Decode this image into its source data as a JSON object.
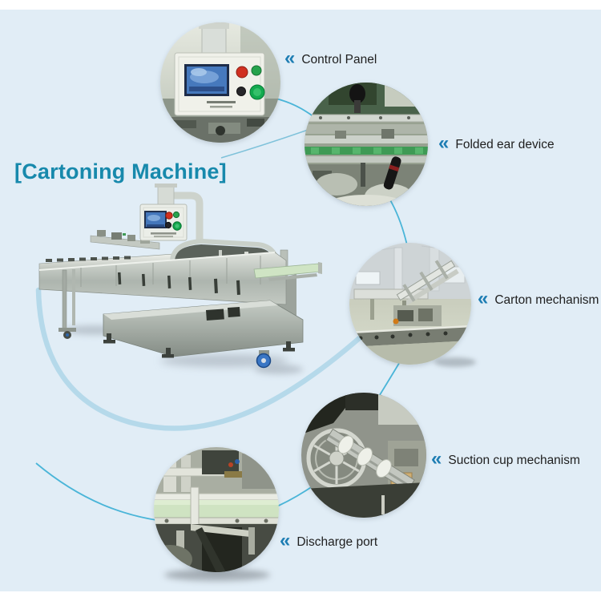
{
  "page": {
    "colors": {
      "background": "#e1edf6",
      "accent_title": "#1789ac",
      "chevron": "#1d7db3",
      "label_text": "#1e1e1e",
      "connector_line": "#4ab5d8",
      "orbit_arc": "#b5d9ea"
    }
  },
  "title": {
    "text": "[Cartoning Machine]"
  },
  "icons": {
    "double_chevron_left": "«"
  },
  "callouts": [
    {
      "id": "control-panel",
      "label": "Control Panel"
    },
    {
      "id": "folded-ear-device",
      "label": "Folded ear device"
    },
    {
      "id": "carton-mechanism",
      "label": "Carton mechanism"
    },
    {
      "id": "suction-cup-mechanism",
      "label": "Suction cup mechanism"
    },
    {
      "id": "discharge-port",
      "label": "Discharge port"
    }
  ]
}
